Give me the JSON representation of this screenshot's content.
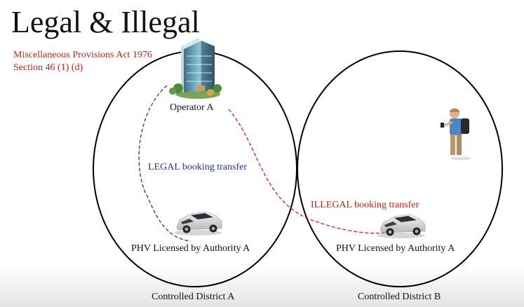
{
  "title": "Legal & Illegal",
  "act": {
    "line1": "Miscellaneous Provisions Act 1976",
    "line2": "Section 46 (1) (d)"
  },
  "operator": {
    "label": "Operator A",
    "icon": "office-tower-icon"
  },
  "legal_transfer": {
    "label": "LEGAL booking transfer",
    "color": "#2233aa"
  },
  "illegal_transfer": {
    "label": "ILLEGAL booking transfer",
    "color": "#cc2020"
  },
  "car_a": {
    "label": "PHV Licensed by Authority A",
    "icon": "car-icon"
  },
  "car_b": {
    "label": "PHV Licensed by Authority A",
    "icon": "car-icon"
  },
  "passenger": {
    "icon": "person-with-phone-icon"
  },
  "district_a": {
    "label": "Controlled District A"
  },
  "district_b": {
    "label": "Controlled District B"
  }
}
